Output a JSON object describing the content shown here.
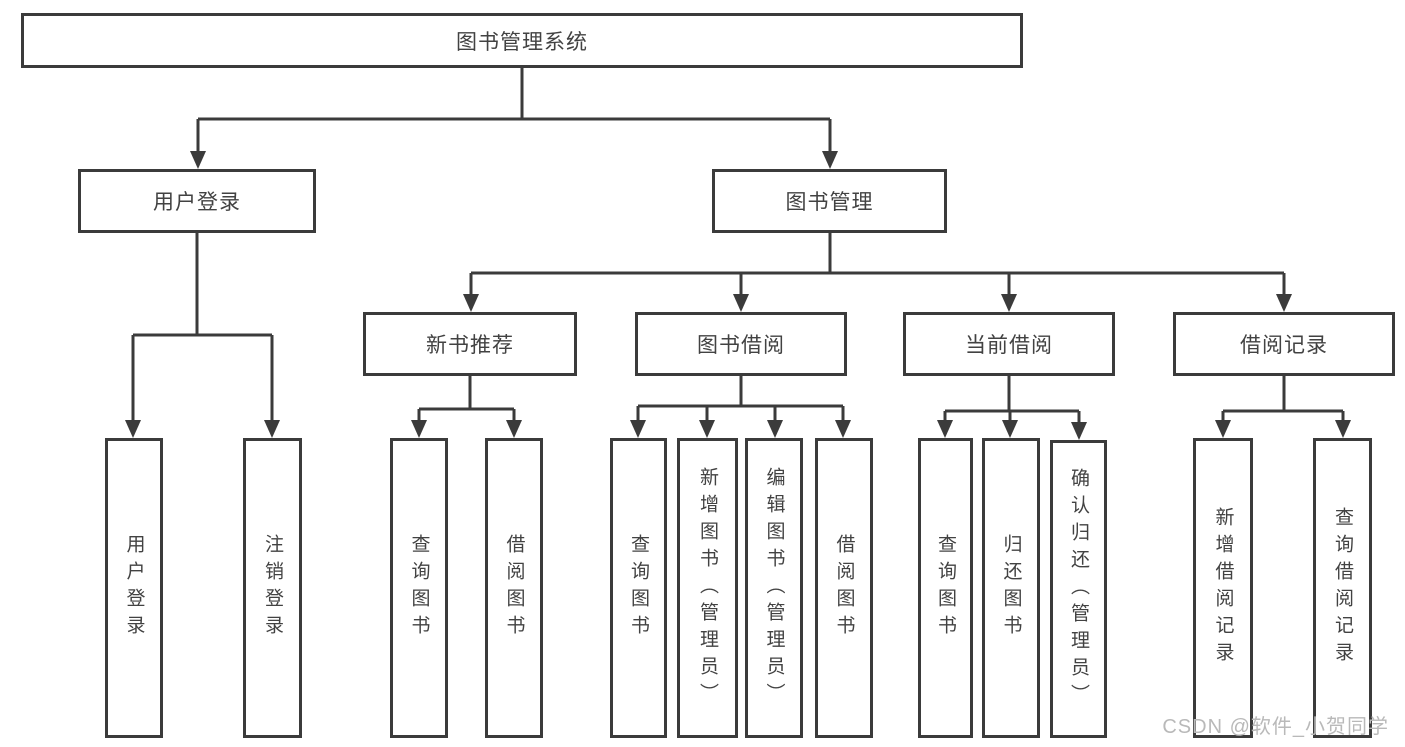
{
  "nodes": {
    "root": "图书管理系统",
    "user_login": "用户登录",
    "book_mgmt": "图书管理",
    "new_book_rec": "新书推荐",
    "book_borrow": "图书借阅",
    "current_borrow": "当前借阅",
    "borrow_records": "借阅记录"
  },
  "leaves": [
    "用户登录",
    "注销登录",
    "查询图书",
    "借阅图书",
    "查询图书",
    "新增图书（管理员）",
    "编辑图书（管理员）",
    "借阅图书",
    "查询图书",
    "归还图书",
    "确认归还（管理员）",
    "新增借阅记录",
    "查询借阅记录"
  ],
  "watermark": "CSDN @软件_小贺同学",
  "colors": {
    "line": "#3b3b3b",
    "text": "#424242",
    "watermark": "#b9b9b9",
    "background": "#ffffff"
  }
}
